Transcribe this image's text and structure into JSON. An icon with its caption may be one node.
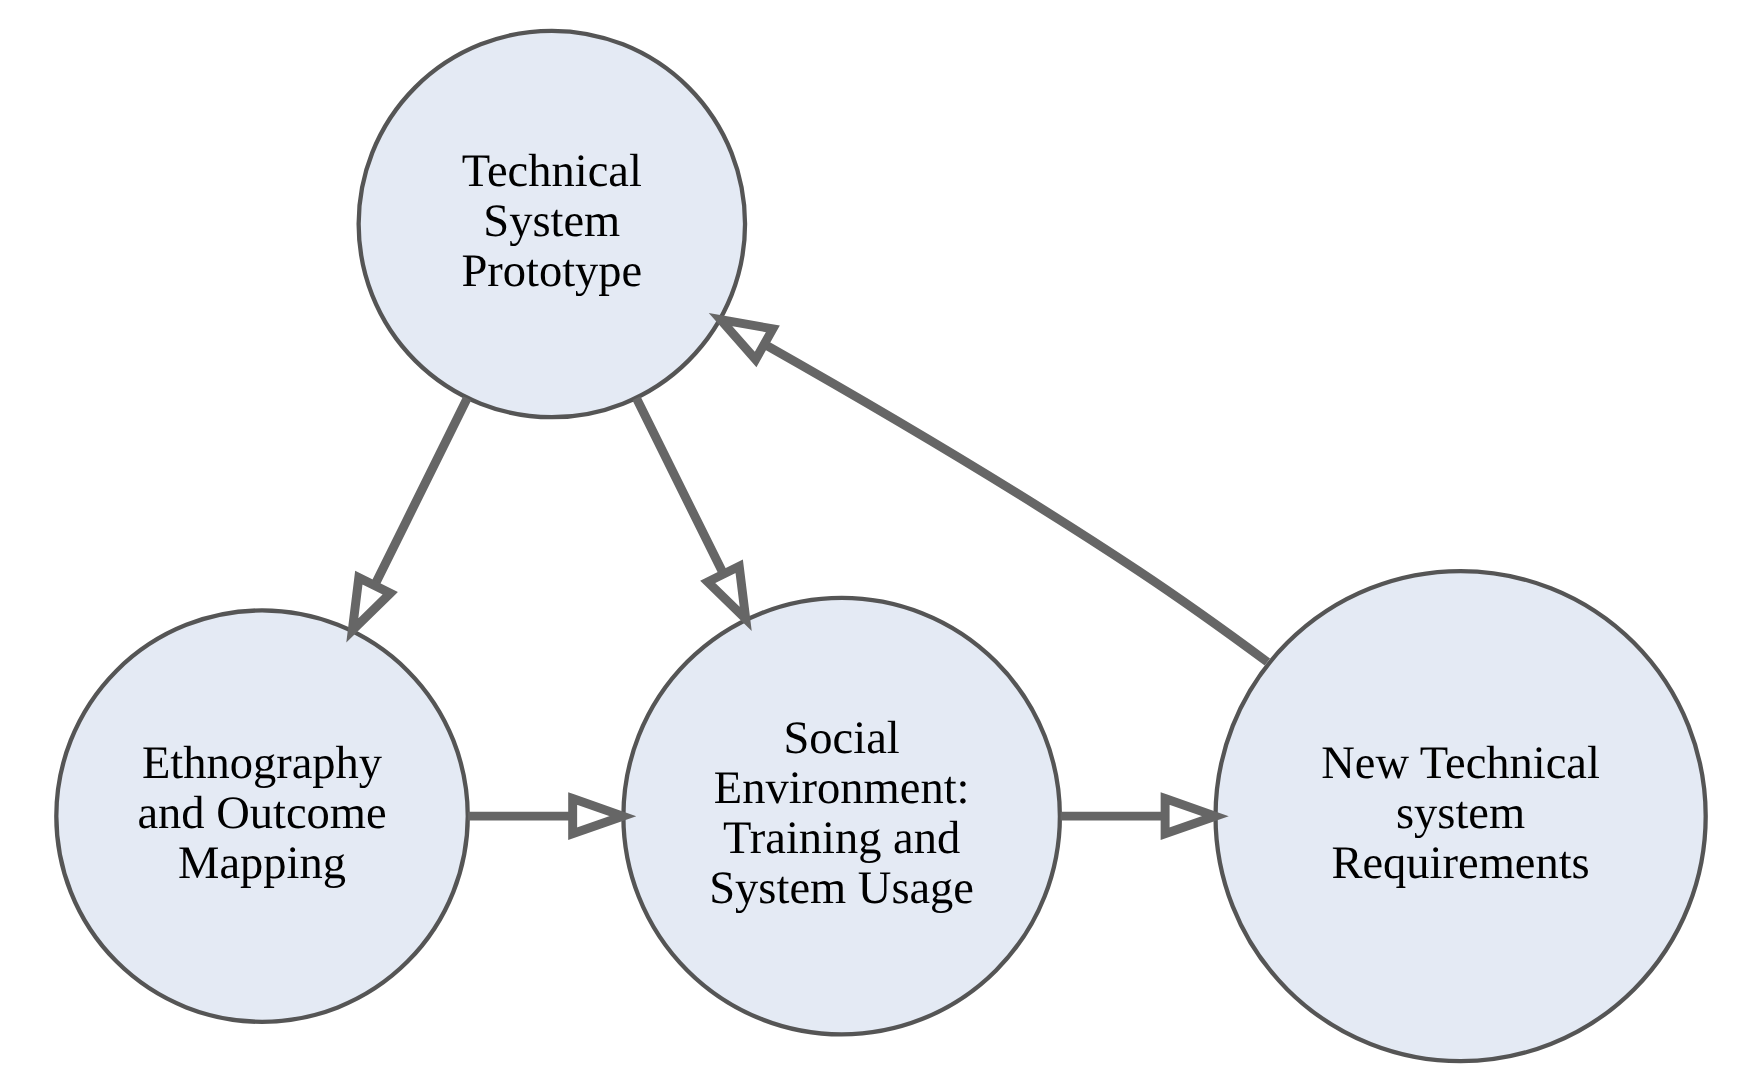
{
  "diagram": {
    "nodes": [
      {
        "text": [
          "Technical System Prototype"
        ]
      },
      {
        "text": [
          "Ethnography and Outcome Mapping"
        ]
      },
      {
        "text": [
          "Social Environment: Training and System Usage"
        ]
      },
      {
        "text": [
          "New Technical system Requirements"
        ]
      }
    ],
    "edges": [
      {
        "from": 0,
        "to": 1,
        "arrow": "to"
      },
      {
        "from": 0,
        "to": 2,
        "arrow": "to"
      },
      {
        "from": 1,
        "to": 2,
        "arrow": "to"
      },
      {
        "from": 2,
        "to": 3,
        "arrow": "to"
      },
      {
        "from": 3,
        "to": 0,
        "arrow": "to"
      }
    ]
  }
}
